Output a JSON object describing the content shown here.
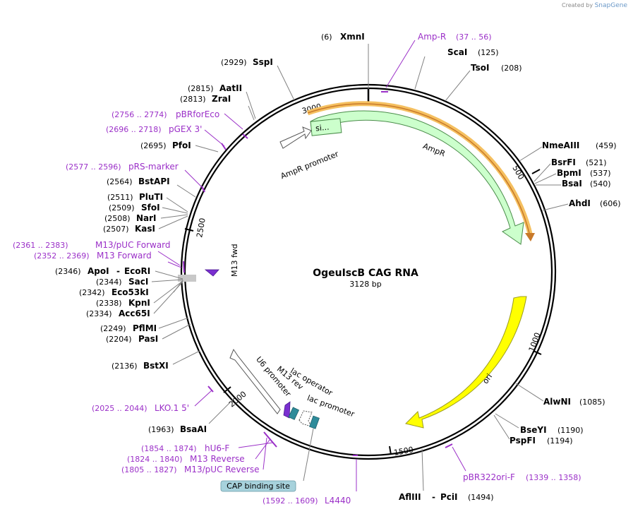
{
  "watermark": {
    "prefix": "Created by",
    "brand": "SnapGene"
  },
  "plasmid": {
    "name": "OgeuIscB CAG RNA",
    "size": "3128 bp"
  },
  "ticks": [
    "500",
    "1000",
    "1500",
    "2000",
    "2500",
    "3000"
  ],
  "features": {
    "ampr_promoter": "AmpR promoter",
    "ampr": "AmpR",
    "si": "si...",
    "ori": "ori",
    "m13_fwd": "M13 fwd",
    "u6_promoter": "U6 promoter",
    "m13_rev": "M13 rev",
    "lac_operator": "lac operator",
    "lac_promoter": "lac promoter",
    "cap_binding_site": "CAP binding site"
  },
  "sites": [
    {
      "name": "XmnI",
      "pos": "(6)"
    },
    {
      "name": "ScaI",
      "pos": "(125)"
    },
    {
      "name": "TsoI",
      "pos": "(208)"
    },
    {
      "name": "NmeAIII",
      "pos": "(459)"
    },
    {
      "name": "BsrFI",
      "pos": "(521)"
    },
    {
      "name": "BpmI",
      "pos": "(537)"
    },
    {
      "name": "BsaI",
      "pos": "(540)"
    },
    {
      "name": "AhdI",
      "pos": "(606)"
    },
    {
      "name": "AlwNI",
      "pos": "(1085)"
    },
    {
      "name": "BseYI",
      "pos": "(1190)"
    },
    {
      "name": "PspFI",
      "pos": "(1194)"
    },
    {
      "name": "AflIII",
      "extra": "PciI",
      "pos": "(1494)"
    },
    {
      "name": "BsaAI",
      "pos": "(1963)"
    },
    {
      "name": "BstXI",
      "pos": "(2136)"
    },
    {
      "name": "PasI",
      "pos": "(2204)"
    },
    {
      "name": "PflMI",
      "pos": "(2249)"
    },
    {
      "name": "Acc65I",
      "pos": "(2334)"
    },
    {
      "name": "KpnI",
      "pos": "(2338)"
    },
    {
      "name": "Eco53kI",
      "pos": "(2342)"
    },
    {
      "name": "SacI",
      "pos": "(2344)"
    },
    {
      "name": "ApoI",
      "extra": "EcoRI",
      "pos": "(2346)"
    },
    {
      "name": "KasI",
      "pos": "(2507)"
    },
    {
      "name": "NarI",
      "pos": "(2508)"
    },
    {
      "name": "SfoI",
      "pos": "(2509)"
    },
    {
      "name": "PluTI",
      "pos": "(2511)"
    },
    {
      "name": "BstAPI",
      "pos": "(2564)"
    },
    {
      "name": "PfoI",
      "pos": "(2695)"
    },
    {
      "name": "ZraI",
      "pos": "(2813)"
    },
    {
      "name": "AatII",
      "pos": "(2815)"
    },
    {
      "name": "SspI",
      "pos": "(2929)"
    }
  ],
  "primers": [
    {
      "name": "Amp-R",
      "range": "(37 .. 56)"
    },
    {
      "name": "pBR322ori-F",
      "range": "(1339 .. 1358)"
    },
    {
      "name": "L4440",
      "range": "(1592 .. 1609)"
    },
    {
      "name": "M13/pUC Reverse",
      "range": "(1805 .. 1827)"
    },
    {
      "name": "M13 Reverse",
      "range": "(1824 .. 1840)"
    },
    {
      "name": "hU6-F",
      "range": "(1854 .. 1874)"
    },
    {
      "name": "LKO.1 5'",
      "range": "(2025 .. 2044)"
    },
    {
      "name": "M13 Forward",
      "range": "(2352 .. 2369)"
    },
    {
      "name": "M13/pUC Forward",
      "range": "(2361 .. 2383)"
    },
    {
      "name": "pRS-marker",
      "range": "(2577 .. 2596)"
    },
    {
      "name": "pGEX 3'",
      "range": "(2696 .. 2718)"
    },
    {
      "name": "pBRforEco",
      "range": "(2756 .. 2774)"
    }
  ],
  "colors": {
    "ampr": "#ccffcc",
    "ori": "#ffff00",
    "primer": "#9b30c8",
    "lac_operator": "#2e8b9a",
    "cap_box": "#a7d2dc",
    "highlight": "#f5c060"
  }
}
